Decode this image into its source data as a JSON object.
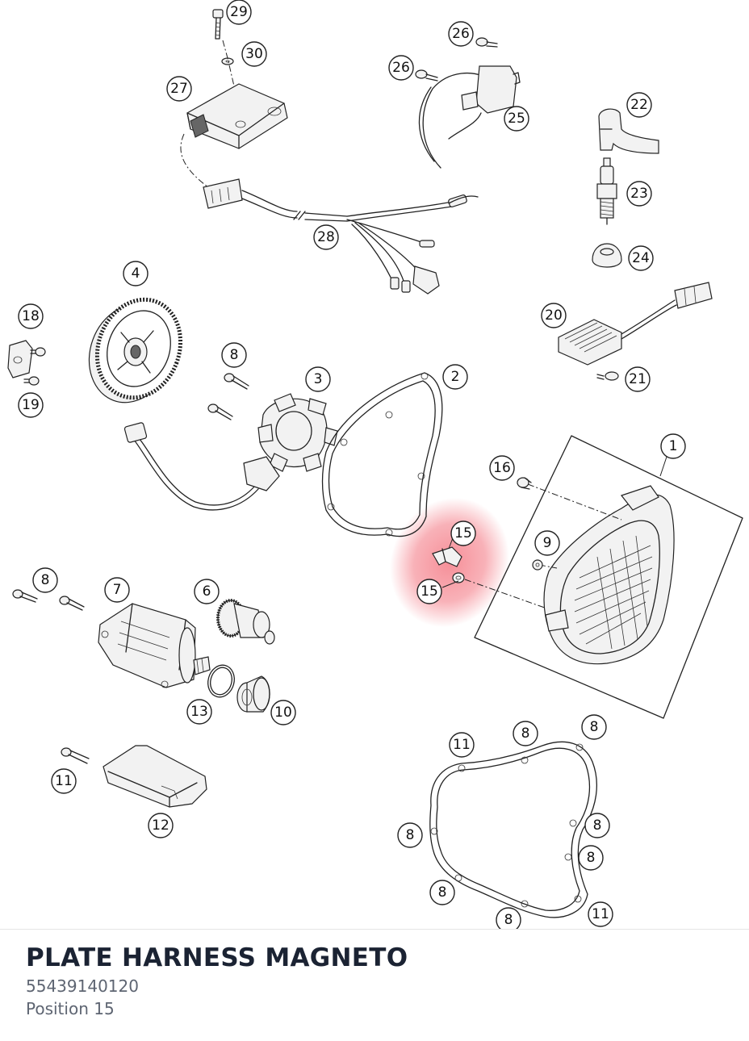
{
  "part": {
    "title": "PLATE HARNESS MAGNETO",
    "number": "55439140120",
    "position": "Position 15"
  },
  "highlight": {
    "color": "#ee3344",
    "callouts": [
      "15",
      "15"
    ]
  },
  "callouts": [
    "29",
    "30",
    "27",
    "26",
    "26",
    "25",
    "22",
    "23",
    "24",
    "28",
    "4",
    "18",
    "19",
    "8",
    "3",
    "2",
    "20",
    "21",
    "1",
    "16",
    "15",
    "9",
    "15",
    "8",
    "7",
    "6",
    "13",
    "10",
    "11",
    "12",
    "11",
    "8",
    "8",
    "8",
    "8",
    "8",
    "8",
    "8",
    "11"
  ]
}
